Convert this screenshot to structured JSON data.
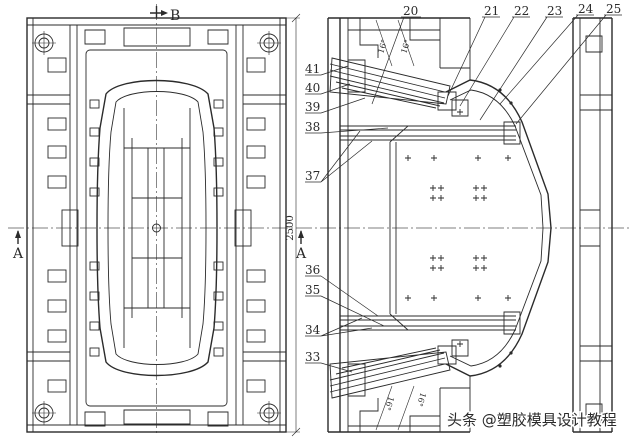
{
  "drawing": {
    "section_mark_top": "B",
    "section_mark_left": "A",
    "section_mark_right": "A",
    "overall_dimension": "2500",
    "angle_labels": [
      "16°",
      "16°",
      "16°",
      "16°"
    ]
  },
  "callouts": {
    "top": [
      "20",
      "21",
      "22",
      "23",
      "24",
      "25"
    ],
    "left": [
      "41",
      "40",
      "39",
      "38",
      "37",
      "36",
      "35",
      "34",
      "33"
    ]
  },
  "watermark": "头条 @塑胶模具设计教程",
  "colors": {
    "line": "#2b2b2b",
    "background": "#ffffff",
    "centerline": "#555555",
    "watermark": "#2a2a2a"
  }
}
